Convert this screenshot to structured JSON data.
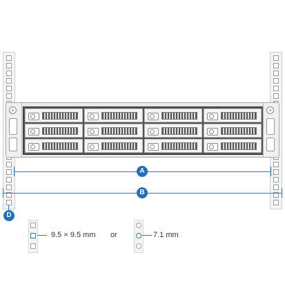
{
  "diagram": {
    "callouts": {
      "a": "A",
      "b": "B",
      "d": "D"
    },
    "hole_options": {
      "square_label": "9.5 × 9.5 mm",
      "separator": "or",
      "round_label": "7.1 mm"
    },
    "accent_color": "#1f6fc9",
    "bay_columns": 4,
    "bay_rows": 3,
    "icons": {
      "screw": "screw-icon",
      "handle": "handle-icon",
      "drive_lock": "drive-lock-icon"
    }
  }
}
